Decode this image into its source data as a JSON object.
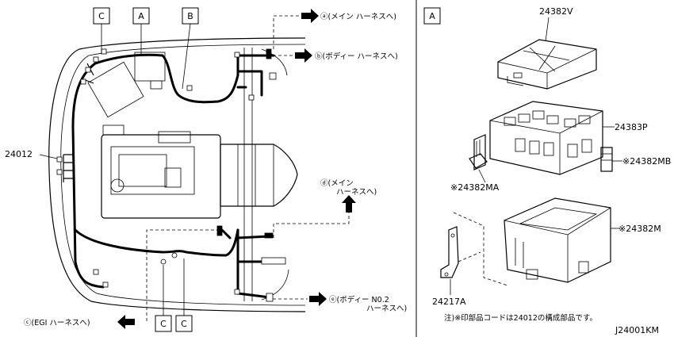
{
  "boxes": {
    "A": "A",
    "B": "B",
    "C": "C"
  },
  "left": {
    "harness_part": "24012",
    "dest_a": "ⓐ(メイン ハーネスへ)",
    "dest_b": "ⓑ(ボディー ハーネスへ)",
    "dest_d1": "ⓓ(メイン",
    "dest_d2": "ハーネスへ)",
    "dest_e1": "ⓔ(ボディー N0.2",
    "dest_e2": "ハーネスへ)",
    "dest_c": "ⓒ(EGI ハーネスへ)"
  },
  "right": {
    "box_label": "A",
    "p1": "24382V",
    "p2": "24383P",
    "p3": "※24382MB",
    "p4": "※24382MA",
    "p5": "※24382M",
    "p6": "24217A",
    "note": "注)※印部品コードは24012の構成部品です。"
  },
  "figure_code": "J24001KM"
}
